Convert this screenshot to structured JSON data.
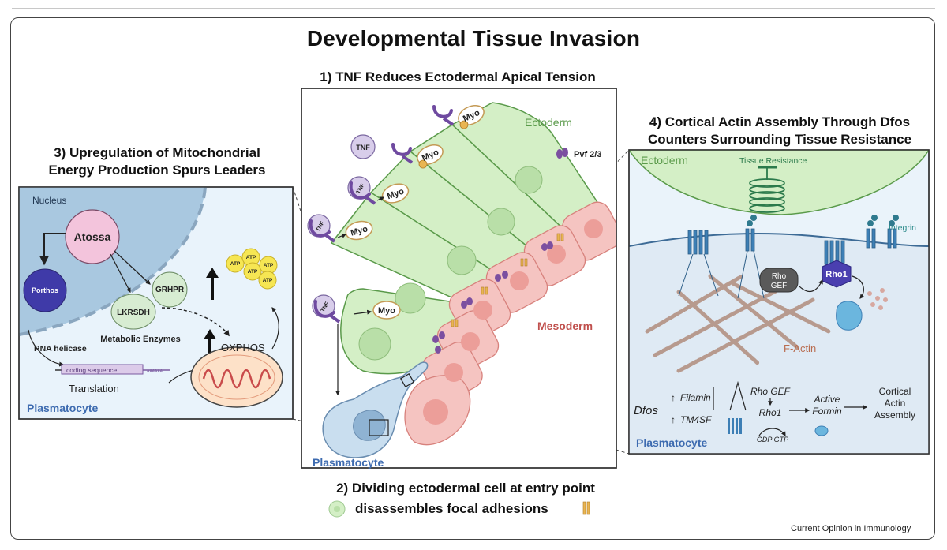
{
  "title": "Developmental Tissue Invasion",
  "credit": "Current Opinion in Immunology",
  "colors": {
    "ectoderm_fill": "#d4efc6",
    "ectoderm_stroke": "#5a9a4a",
    "mesoderm_fill": "#f5c4c1",
    "mesoderm_stroke": "#d7817c",
    "plasmatocyte_fill": "#c9deef",
    "nucleus_fill": "#9cc0dc",
    "tnf_fill": "#d8cdea",
    "pvf_fill": "#7b4fa0",
    "atp_fill": "#f6e653",
    "label_green": "#5a9a4a",
    "label_red": "#c0504d",
    "label_blue": "#3d6bb0"
  },
  "panel1": {
    "heading": "1) TNF Reduces Ectodermal Apical Tension",
    "ectoderm_label": "Ectoderm",
    "mesoderm_label": "Mesoderm",
    "plasmatocyte_label": "Plasmatocyte",
    "tnf_label": "TNF",
    "myo_label": "Myo",
    "pvf_label": "Pvf 2/3"
  },
  "panel2": {
    "heading_line1": "2) Dividing ectodermal cell at entry point",
    "heading_line2": "disassembles focal adhesions"
  },
  "panel3": {
    "heading_line1": "3) Upregulation of Mitochondrial",
    "heading_line2": "Energy Production Spurs Leaders",
    "nucleus_label": "Nucleus",
    "atossa_label": "Atossa",
    "porthos_label": "Porthos",
    "grhpr_label": "GRHPR",
    "lkrsdh_label": "LKRSDH",
    "metabolic_label": "Metabolic Enzymes",
    "rna_helicase_label": "RNA helicase",
    "coding_sequence_label": "coding sequence",
    "polya_label": "AAAAAA",
    "translation_label": "Translation",
    "oxphos_label": "OXPHOS",
    "atp_label": "ATP",
    "plasmatocyte_label": "Plasmatocyte"
  },
  "panel4": {
    "heading_line1": "4) Cortical Actin Assembly Through Dfos",
    "heading_line2": "Counters Surrounding Tissue Resistance",
    "ectoderm_label": "Ectoderm",
    "tissue_resistance_label": "Tissue Resistance",
    "integrin_label": "Integrin",
    "rho_gef_line1": "Rho",
    "rho_gef_line2": "GEF",
    "rho1_label": "Rho1",
    "factin_label": "F-Actin",
    "dfos_label": "Dfos",
    "filamin_label": "Filamin",
    "tm4sf_label": "TM4SF",
    "pathway_rhogef": "Rho GEF",
    "pathway_rho1": "Rho1",
    "gdp_gtp": "GDP GTP",
    "active_formin_line1": "Active",
    "active_formin_line2": "Formin",
    "cortical_line1": "Cortical",
    "cortical_line2": "Actin",
    "cortical_line3": "Assembly",
    "plasmatocyte_label": "Plasmatocyte"
  }
}
